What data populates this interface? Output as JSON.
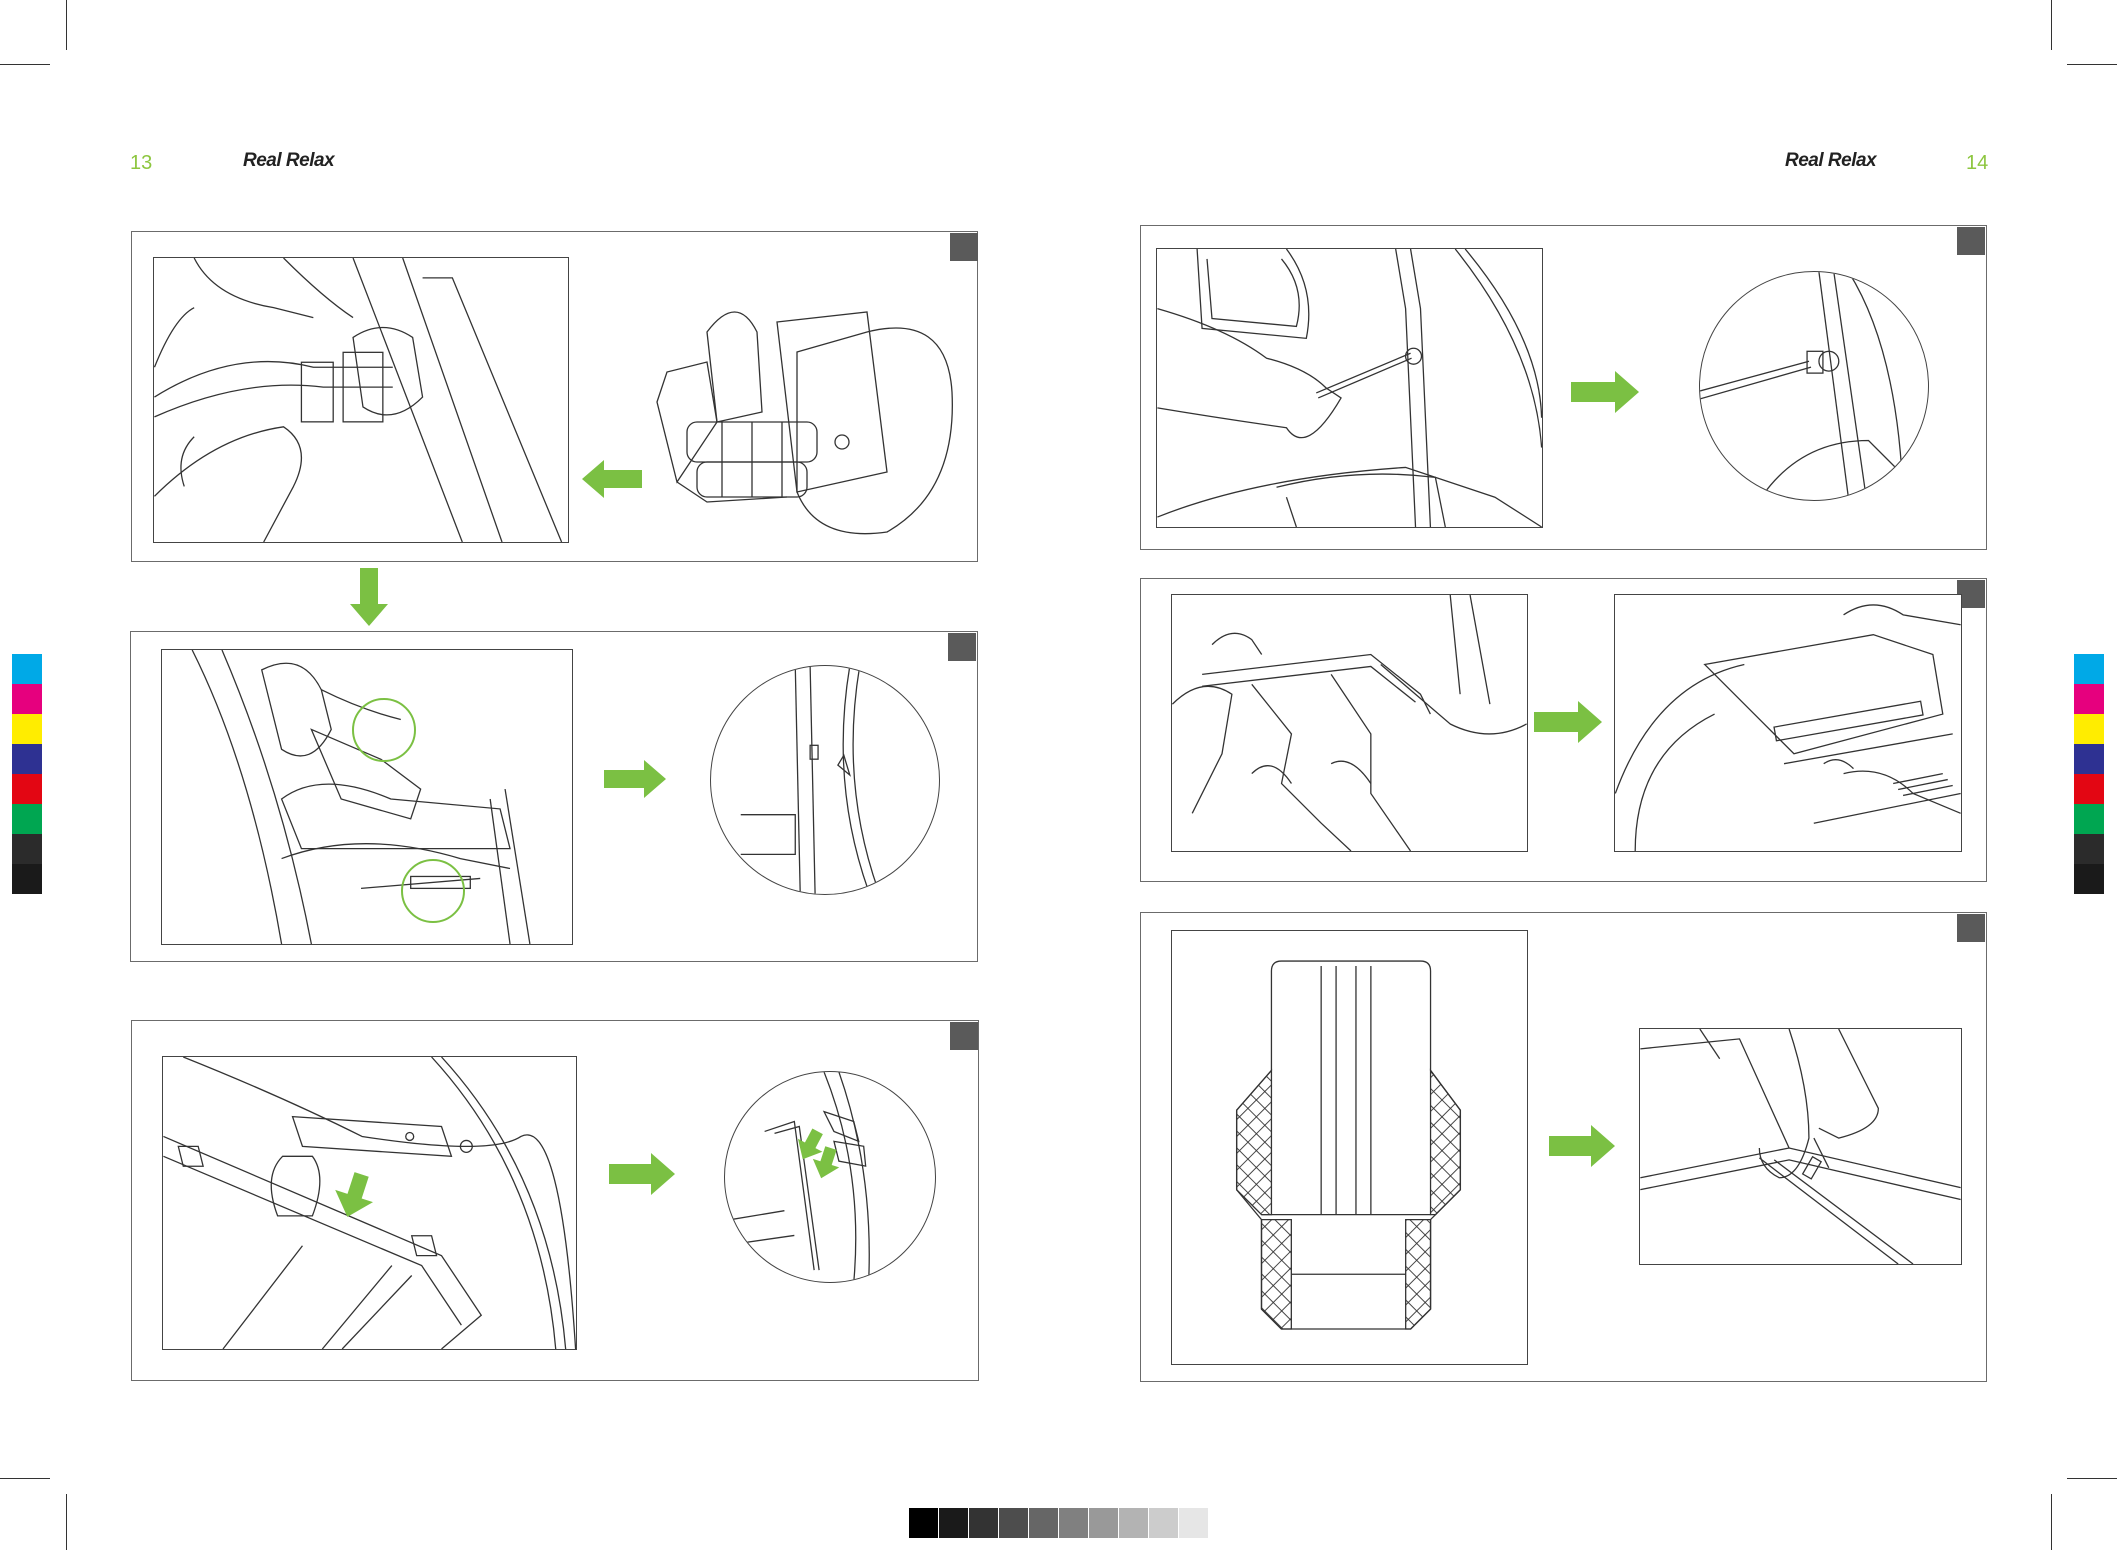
{
  "pages": {
    "left": {
      "number": "13",
      "brand": "Real Relax"
    },
    "right": {
      "number": "14",
      "brand": "Real Relax"
    }
  },
  "colors": {
    "arrow": "#7bc043",
    "badge": "#5a5a5a",
    "frame": "#6b6b6b",
    "highlight_circle": "#7bc043"
  },
  "color_bar": [
    "#00a9e7",
    "#e6007e",
    "#ffed00",
    "#2e3192",
    "#e30613",
    "#00a651",
    "#2b2b2b",
    "#1a1a1a"
  ],
  "gray_ramp": [
    "#000000",
    "#1a1a1a",
    "#333333",
    "#4d4d4d",
    "#666666",
    "#808080",
    "#999999",
    "#b3b3b3",
    "#cccccc",
    "#e6e6e6"
  ],
  "steps": [
    {
      "id": "left-1",
      "illustration": "connecting-backrest-cables",
      "arrow": "arrow-left"
    },
    {
      "id": "left-2",
      "illustration": "hooking-backrest-clips",
      "arrow": "arrow-right"
    },
    {
      "id": "left-3",
      "illustration": "inserting-bracket-hooks",
      "arrow": "arrow-right"
    },
    {
      "id": "right-1",
      "illustration": "tightening-screw",
      "arrow": "arrow-right"
    },
    {
      "id": "right-2",
      "illustration": "closing-seat-zipper",
      "arrow": "arrow-right"
    },
    {
      "id": "right-3",
      "illustration": "attaching-backrest-cover",
      "arrow": "arrow-right"
    }
  ]
}
